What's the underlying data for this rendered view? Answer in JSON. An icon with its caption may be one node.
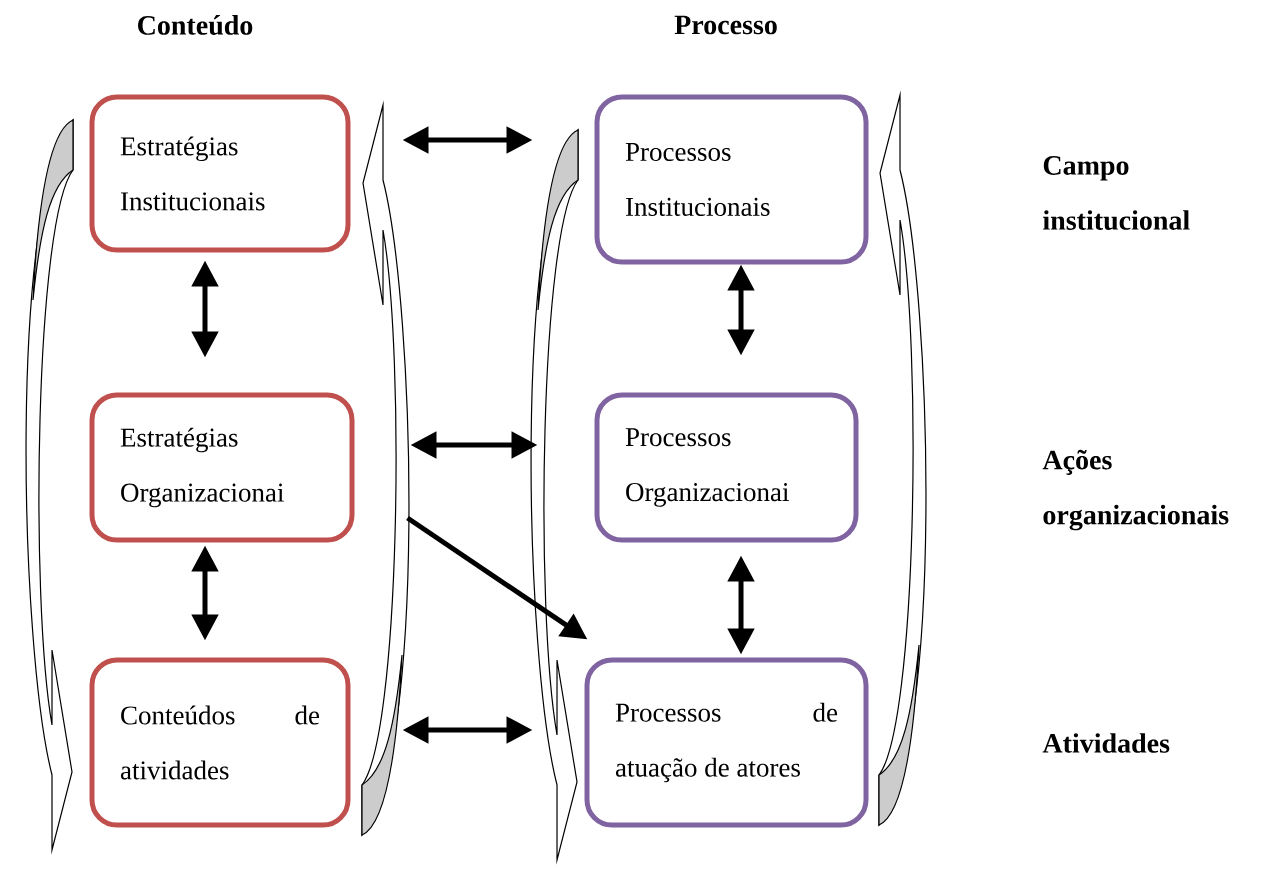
{
  "diagram": {
    "nodes": [
      {
        "text": [
          "Estratégias Institucionais"
        ]
      },
      {
        "text": [
          "Estratégias Organizacionai"
        ]
      },
      {
        "text": [
          "Conteúdos de atividades"
        ]
      },
      {
        "text": [
          "Processos Institucionais"
        ]
      },
      {
        "text": [
          "Processos Organizacionai"
        ]
      },
      {
        "text": [
          "Processos de atuação de atores"
        ]
      }
    ],
    "edges": [
      {
        "from": 0,
        "to": 3,
        "arrow": "both"
      },
      {
        "from": 0,
        "to": 1,
        "arrow": "both"
      },
      {
        "from": 1,
        "to": 2,
        "arrow": "both"
      },
      {
        "from": 1,
        "to": 4,
        "arrow": "both"
      },
      {
        "from": 2,
        "to": 5,
        "arrow": "both"
      },
      {
        "from": 3,
        "to": 4,
        "arrow": "both"
      },
      {
        "from": 4,
        "to": 5,
        "arrow": "both"
      },
      {
        "from": 1,
        "to": 5,
        "arrow": "to"
      }
    ],
    "labels": [
      "Conteúdo",
      "Processo",
      "Campo institucional",
      "Ações organizacionais",
      "Atividades"
    ]
  }
}
